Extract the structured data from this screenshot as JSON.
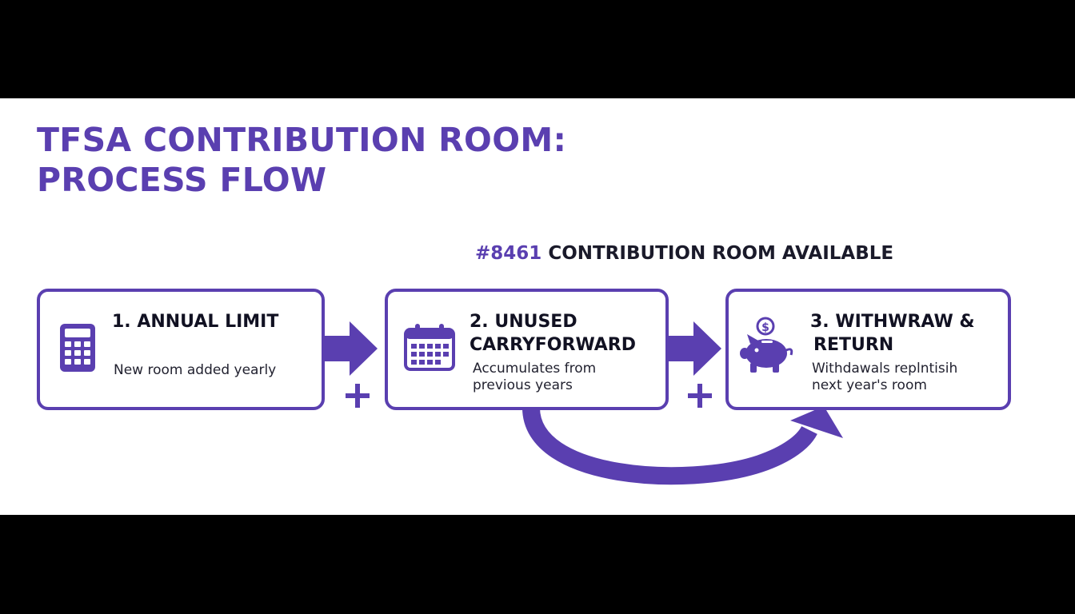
{
  "title": {
    "line1": "TFSA CONTRIBUTION ROOM:",
    "line2": "PROCESS FLOW"
  },
  "availability": {
    "amount": "#8461",
    "label": "CONTRIBUTION ROOM AVAILABLE"
  },
  "steps": [
    {
      "heading_line1": "1. ANNUAL LIMIT",
      "desc_line1": "New room added yearly",
      "icon": "calculator-icon"
    },
    {
      "heading_line1": "2. UNUSED",
      "heading_line2": "CARRYFORWARD",
      "desc_line1": "Accumulates from",
      "desc_line2": "previous years",
      "icon": "calendar-icon"
    },
    {
      "heading_line1": "3. WITHWRAW &",
      "heading_line2": "RETURN",
      "desc_line1": "Withdawals replntisih",
      "desc_line2": "next year's room",
      "icon": "piggy-bank-icon"
    }
  ],
  "connectors": {
    "plus_symbol": "+",
    "arrow_color": "#5a3fb0"
  },
  "colors": {
    "accent": "#5a3fb0",
    "text": "#111122",
    "background": "#ffffff",
    "letterbox": "#000000"
  }
}
